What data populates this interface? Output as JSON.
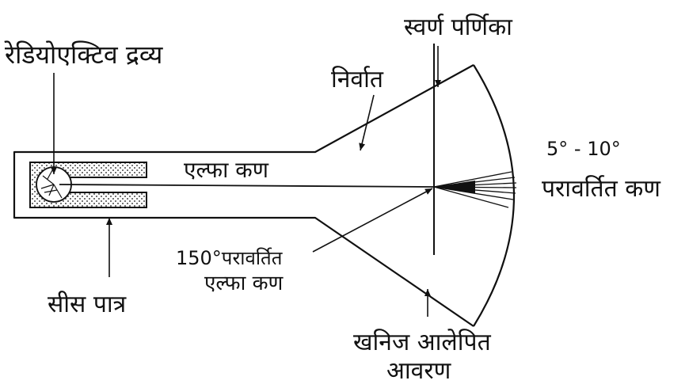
{
  "labels": {
    "radioactive_substance": "रेडियोएक्टिव द्रव्य",
    "vacuum": "निर्वात",
    "gold_foil": "स्वर्ण पर्णिका",
    "angle_small": "5° - 10°",
    "reflected_particles": "परावर्तित कण",
    "alpha_particles": "एल्फा कण",
    "deflected_150_line1": "150°परावर्तित",
    "deflected_150_line2": "एल्फा कण",
    "lead_container": "सीस पात्र",
    "mineral_coating_line1": "खनिज आलेपित",
    "mineral_coating_line2": "आवरण"
  },
  "colors": {
    "ink": "#111111",
    "background": "#ffffff"
  }
}
